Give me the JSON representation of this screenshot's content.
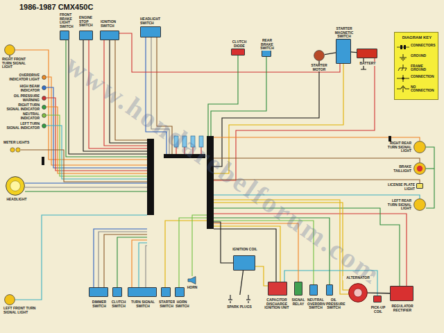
{
  "diagram": {
    "title": "1986-1987 CMX450C",
    "nodes": [
      {
        "text": [
          "RIGHT FRONT TURN SIGNAL LIGHT"
        ]
      },
      {
        "text": [
          "OVERDRIVE INDICATOR LIGHT"
        ]
      },
      {
        "text": [
          "HIGH BEAM INDICATOR"
        ]
      },
      {
        "text": [
          "OIL PRESSURE WARNING"
        ]
      },
      {
        "text": [
          "RIGHT TURN SIGNAL INDICATOR"
        ]
      },
      {
        "text": [
          "NEUTRAL INDICATOR"
        ]
      },
      {
        "text": [
          "LEFT TURN SIGNAL INDICATOR"
        ]
      },
      {
        "text": [
          "METER LIGHTS"
        ]
      },
      {
        "text": [
          "HEADLIGHT"
        ]
      },
      {
        "text": [
          "LEFT FRONT TURN SIGNAL LIGHT"
        ]
      },
      {
        "text": [
          "FRONT BRAKE LIGHT SWITCH"
        ]
      },
      {
        "text": [
          "ENGINE STOP SWITCH"
        ]
      },
      {
        "text": [
          "IGNITION SWITCH"
        ]
      },
      {
        "text": [
          "HEADLIGHT SWITCH"
        ]
      },
      {
        "text": [
          "CLUTCH DIODE"
        ]
      },
      {
        "text": [
          "REAR BRAKE SWITCH"
        ]
      },
      {
        "text": [
          "STARTER MOTOR"
        ]
      },
      {
        "text": [
          "STARTER MAGNETIC SWITCH"
        ]
      },
      {
        "text": [
          "BATTERY"
        ]
      },
      {
        "text": [
          "DIAGRAM KEY"
        ]
      },
      {
        "text": [
          "RIGHT REAR TURN SIGNAL LIGHT"
        ]
      },
      {
        "text": [
          "BRAKE TAILLIGHT"
        ]
      },
      {
        "text": [
          "LICENSE PLATE LIGHT"
        ]
      },
      {
        "text": [
          "LEFT REAR TURN SIGNAL LIGHT"
        ]
      },
      {
        "text": [
          "DIMMER SWITCH"
        ]
      },
      {
        "text": [
          "CLUTCH SWITCH"
        ]
      },
      {
        "text": [
          "TURN SIGNAL SWITCH"
        ]
      },
      {
        "text": [
          "STARTER SWITCH"
        ]
      },
      {
        "text": [
          "HORN SWITCH"
        ]
      },
      {
        "text": [
          "HORN"
        ]
      },
      {
        "text": [
          "IGNITION COIL"
        ]
      },
      {
        "text": [
          "SPARK PLUGS"
        ]
      },
      {
        "text": [
          "CAPACITOR DISCHARGE IGNITION UNIT"
        ]
      },
      {
        "text": [
          "SIGNAL RELAY"
        ]
      },
      {
        "text": [
          "NEUTRAL OVERDRIVE SWITCH"
        ]
      },
      {
        "text": [
          "OIL PRESSURE SWITCH"
        ]
      },
      {
        "text": [
          "ALTERNATOR"
        ]
      },
      {
        "text": [
          "PICK-UP COIL"
        ]
      },
      {
        "text": [
          "REGULATOR RECTIFIER"
        ]
      }
    ],
    "edges": [
      {
        "from": 18,
        "to": 17,
        "arrow": "none"
      },
      {
        "from": 17,
        "to": 16,
        "arrow": "none"
      },
      {
        "from": 30,
        "to": 31,
        "arrow": "none"
      },
      {
        "from": 36,
        "to": 38,
        "arrow": "none"
      }
    ],
    "labels": [
      "www.hondarebelforum.com"
    ],
    "legend": [
      {
        "text": "CONNECTORS"
      },
      {
        "text": "GROUND"
      },
      {
        "text": "FRAME GROUND"
      },
      {
        "text": "CONNECTION"
      },
      {
        "text": "NO CONNECTION"
      }
    ]
  }
}
